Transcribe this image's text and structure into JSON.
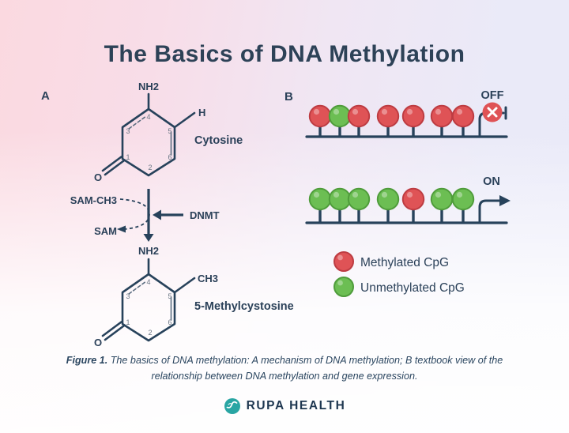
{
  "title": "The Basics of DNA Methylation",
  "panel_a": {
    "label": "A",
    "cytosine": {
      "amine": "NH2",
      "h": "H",
      "name": "Cytosine",
      "oxygen": "O",
      "ring_numbers": [
        "1",
        "2",
        "3",
        "4",
        "5",
        "6"
      ]
    },
    "reaction": {
      "sam_ch3": "SAM-CH3",
      "sam": "SAM",
      "dnmt": "DNMT"
    },
    "methylcytosine": {
      "amine": "NH2",
      "methyl": "CH3",
      "name": "5-Methylcystosine",
      "oxygen": "O",
      "ring_numbers": [
        "1",
        "2",
        "3",
        "4",
        "5",
        "6"
      ]
    }
  },
  "panel_b": {
    "label": "B",
    "rows": [
      {
        "state": "OFF",
        "lollipops": [
          "red",
          "green",
          "red",
          "red",
          "red",
          "red",
          "red"
        ]
      },
      {
        "state": "ON",
        "lollipops": [
          "green",
          "green",
          "green",
          "green",
          "red",
          "green",
          "green"
        ]
      }
    ],
    "legend": [
      {
        "color": "red",
        "label": "Methylated CpG"
      },
      {
        "color": "green",
        "label": "Unmethylated CpG"
      }
    ]
  },
  "caption": {
    "figure_label": "Figure 1.",
    "line1": "The basics of DNA methylation: A mechanism of DNA methylation; B textbook view of the",
    "line2": "relationship between DNA methylation and gene expression."
  },
  "footer": {
    "brand": "RUPA HEALTH"
  },
  "colors": {
    "ink": "#27425b",
    "red": "#df5356",
    "red_rim": "#bd3c42",
    "green": "#6cbe53",
    "green_rim": "#4f9c3b",
    "teal": "#29a5a3",
    "x_white": "#ffffff"
  }
}
